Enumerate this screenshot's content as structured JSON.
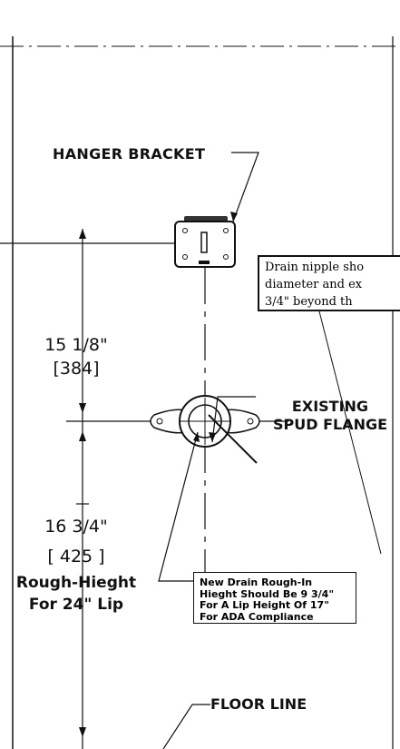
{
  "labels": {
    "hanger_bracket": "HANGER BRACKET",
    "existing": "EXISTING",
    "spud_flange": "SPUD FLANGE",
    "floor_line": "FLOOR LINE"
  },
  "dimensions": {
    "upper_fraction": "15 1/8\"",
    "upper_metric": "[384]",
    "lower_fraction": "16 3/4\"",
    "lower_metric": "[ 425 ]",
    "rough_height_line1": "Rough-Hieght",
    "rough_height_line2": "For 24\" Lip"
  },
  "notes": {
    "drain_nipple": {
      "line1": "Drain nipple sho",
      "line2": "diameter and ex",
      "line3": "3/4\" beyond th"
    },
    "ada": {
      "line1": "New Drain Rough-In",
      "line2": "Hieght Should Be 9 3/4\"",
      "line3": "For A Lip Height Of 17\"",
      "line4": "For ADA Compliance"
    }
  },
  "colors": {
    "ink": "#111111",
    "background": "#ffffff"
  }
}
